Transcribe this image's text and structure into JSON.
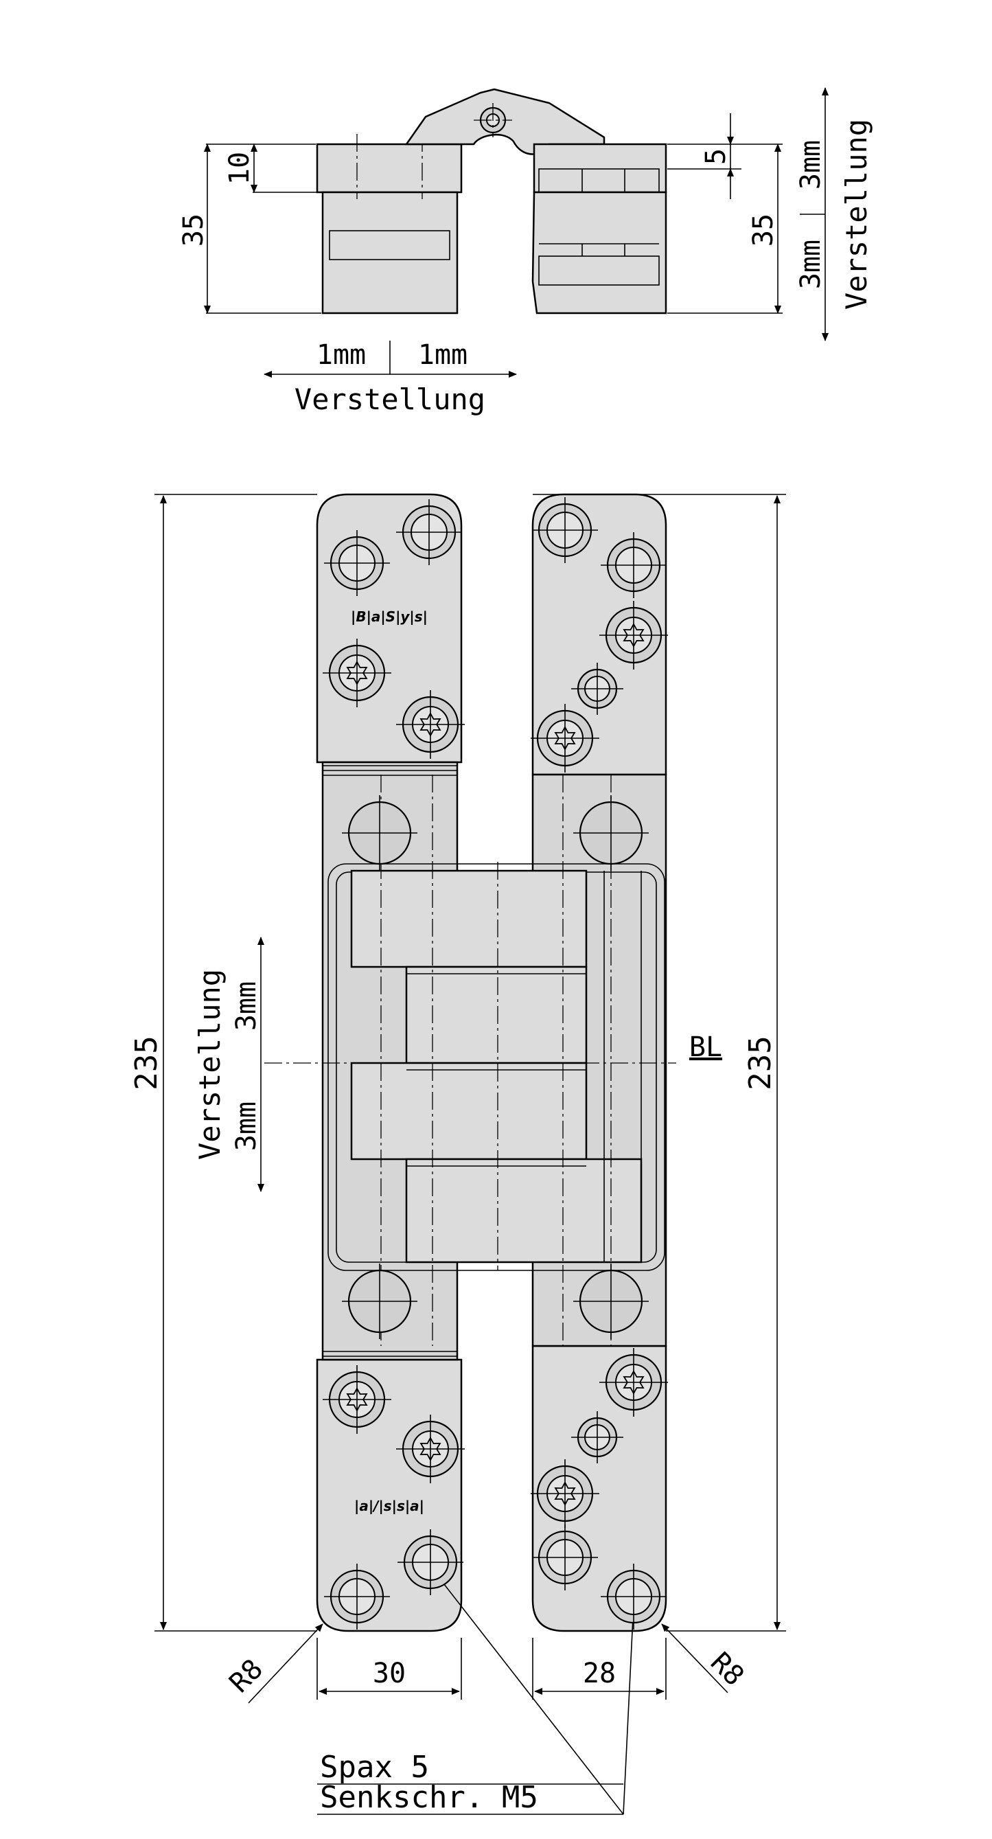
{
  "top_view": {
    "dim_height": "35",
    "dim_small": "10",
    "dim_right_height": "35",
    "dim_right_small": "5",
    "adjust_up": "3mm",
    "adjust_down": "3mm",
    "adjust_label_vertical": "Verstellung",
    "adjust_left": "1mm",
    "adjust_right": "1mm",
    "adjust_label_horizontal": "Verstellung"
  },
  "front_view": {
    "total_length_left": "235",
    "total_length_right": "235",
    "adjust_label": "Verstellung",
    "adjust_up": "3mm",
    "adjust_down": "3mm",
    "center_line_label": "BL",
    "brand_upper": "|B|a|S|y|s|",
    "brand_lower": "|a|/|s|s|a|",
    "width_left": "30",
    "width_right": "28",
    "radius_left": "R8",
    "radius_right": "R8",
    "screw_line_1": "Spax 5",
    "screw_line_2": "Senkschr. M5"
  }
}
